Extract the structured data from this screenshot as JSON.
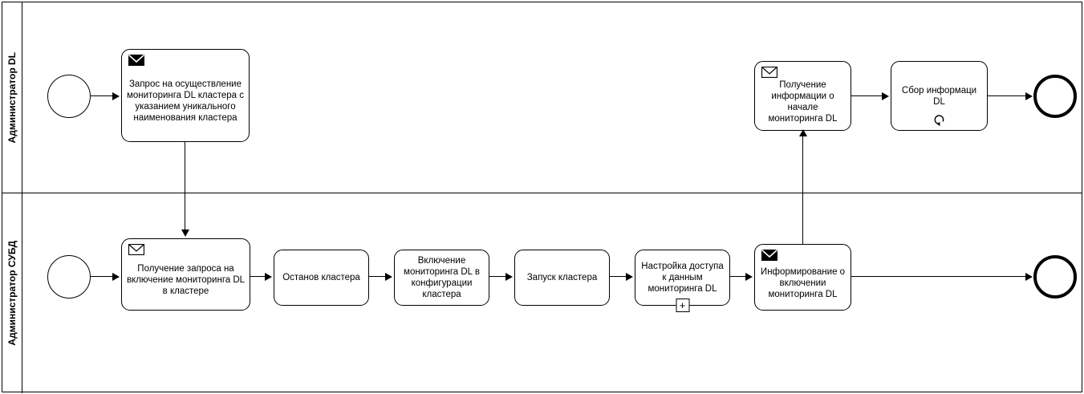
{
  "diagram": {
    "type": "bpmn-collaboration",
    "title": "",
    "colors": {
      "stroke": "#000000",
      "background": "#ffffff",
      "fill": "#ffffff"
    }
  },
  "lanes": [
    {
      "id": "lane-admin-dl",
      "label": "Администратор DL"
    },
    {
      "id": "lane-admin-dbms",
      "label": "Администратор СУБД"
    }
  ],
  "events": [
    {
      "id": "start-top",
      "kind": "start-event",
      "lane": "lane-admin-dl",
      "label": ""
    },
    {
      "id": "end-top",
      "kind": "end-event",
      "lane": "lane-admin-dl",
      "label": ""
    },
    {
      "id": "start-bottom",
      "kind": "start-event",
      "lane": "lane-admin-dbms",
      "label": ""
    },
    {
      "id": "end-bottom",
      "kind": "end-event",
      "lane": "lane-admin-dbms",
      "label": ""
    }
  ],
  "tasks": [
    {
      "id": "task-request-monitoring",
      "lane": "lane-admin-dl",
      "label": "Запрос на осуществление мониторинга DL кластера с указанием уникального наименования кластера",
      "marker_icon": "envelope-filled-icon",
      "marker_kind": "send-message"
    },
    {
      "id": "task-receive-start-info",
      "lane": "lane-admin-dl",
      "label": "Получение информации о начале мониторинга DL",
      "marker_icon": "envelope-outline-icon",
      "marker_kind": "receive-message"
    },
    {
      "id": "task-collect-info",
      "lane": "lane-admin-dl",
      "label": "Сбор информаци DL",
      "marker_icon": "loop-icon",
      "marker_kind": "loop"
    },
    {
      "id": "task-receive-request",
      "lane": "lane-admin-dbms",
      "label": "Получение запроса на включение мониторинга DL в кластере",
      "marker_icon": "envelope-outline-icon",
      "marker_kind": "receive-message"
    },
    {
      "id": "task-stop-cluster",
      "lane": "lane-admin-dbms",
      "label": "Останов кластера",
      "marker_icon": "",
      "marker_kind": ""
    },
    {
      "id": "task-enable-monitoring",
      "lane": "lane-admin-dbms",
      "label": "Включение мониторинга DL в конфигурации кластера",
      "marker_icon": "",
      "marker_kind": ""
    },
    {
      "id": "task-start-cluster",
      "lane": "lane-admin-dbms",
      "label": "Запуск кластера",
      "marker_icon": "",
      "marker_kind": ""
    },
    {
      "id": "task-configure-access",
      "lane": "lane-admin-dbms",
      "label": "Настройка доступа к данным мониторинга DL",
      "marker_icon": "plus-icon",
      "marker_kind": "collapsed-subprocess"
    },
    {
      "id": "task-inform-enabled",
      "lane": "lane-admin-dbms",
      "label": "Информирование о включении мониторинга DL",
      "marker_icon": "envelope-filled-icon",
      "marker_kind": "send-message"
    }
  ],
  "flows": [
    {
      "from": "start-top",
      "to": "task-request-monitoring",
      "kind": "sequence"
    },
    {
      "from": "task-request-monitoring",
      "to": "task-receive-request",
      "kind": "message"
    },
    {
      "from": "task-receive-start-info",
      "to": "task-collect-info",
      "kind": "sequence"
    },
    {
      "from": "task-collect-info",
      "to": "end-top",
      "kind": "sequence"
    },
    {
      "from": "start-bottom",
      "to": "task-receive-request",
      "kind": "sequence"
    },
    {
      "from": "task-receive-request",
      "to": "task-stop-cluster",
      "kind": "sequence"
    },
    {
      "from": "task-stop-cluster",
      "to": "task-enable-monitoring",
      "kind": "sequence"
    },
    {
      "from": "task-enable-monitoring",
      "to": "task-start-cluster",
      "kind": "sequence"
    },
    {
      "from": "task-start-cluster",
      "to": "task-configure-access",
      "kind": "sequence"
    },
    {
      "from": "task-configure-access",
      "to": "task-inform-enabled",
      "kind": "sequence"
    },
    {
      "from": "task-inform-enabled",
      "to": "task-receive-start-info",
      "kind": "message"
    },
    {
      "from": "task-inform-enabled",
      "to": "end-bottom",
      "kind": "sequence"
    }
  ]
}
